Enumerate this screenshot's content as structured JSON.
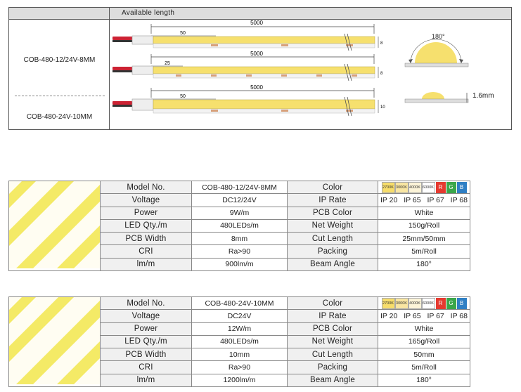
{
  "top": {
    "header_label": "Available length",
    "models": [
      "COB-480-12/24V-8MM",
      "COB-480-24V-10MM"
    ],
    "strips": [
      {
        "length": "5000",
        "cut": "50"
      },
      {
        "length": "5000",
        "cut": "25"
      },
      {
        "length": "5000",
        "cut": "50"
      }
    ],
    "widths": [
      "8",
      "8",
      "10"
    ],
    "beam_angle_label": "180°",
    "thickness_label": "1.6mm"
  },
  "spec_labels": {
    "model": "Model No.",
    "voltage": "Voltage",
    "power": "Power",
    "led_qty": "LED Qty./m",
    "pcb_width": "PCB Width",
    "cri": "CRI",
    "lm": "lm/m",
    "color": "Color",
    "ip_rate": "IP Rate",
    "pcb_color": "PCB Color",
    "net_weight": "Net Weight",
    "cut_length": "Cut Length",
    "packing": "Packing",
    "beam_angle": "Beam Angle"
  },
  "color_swatches": {
    "kelvins": [
      {
        "label": "2700K",
        "color": "#f7dd6a"
      },
      {
        "label": "3000K",
        "color": "#f9e6a2"
      },
      {
        "label": "4000K",
        "color": "#fcf4d8"
      },
      {
        "label": "6000K",
        "color": "#ffffff"
      }
    ],
    "rgb": [
      {
        "label": "R",
        "color": "#e53a30"
      },
      {
        "label": "G",
        "color": "#3aa64a"
      },
      {
        "label": "B",
        "color": "#2f7fc4"
      }
    ]
  },
  "ip_ratings": [
    "IP 20",
    "IP 65",
    "IP 67",
    "IP 68"
  ],
  "table1": {
    "model": "COB-480-12/24V-8MM",
    "voltage": "DC12/24V",
    "power": "9W/m",
    "led_qty": "480LEDs/m",
    "pcb_width": "8mm",
    "cri": "Ra>90",
    "lm": "900lm/m",
    "pcb_color": "White",
    "net_weight": "150g/Roll",
    "cut_length": "25mm/50mm",
    "packing": "5m/Roll",
    "beam_angle": "180°"
  },
  "table2": {
    "model": "COB-480-24V-10MM",
    "voltage": "DC24V",
    "power": "12W/m",
    "led_qty": "480LEDs/m",
    "pcb_width": "10mm",
    "cri": "Ra>90",
    "lm": "1200lm/m",
    "pcb_color": "White",
    "net_weight": "165g/Roll",
    "cut_length": "50mm",
    "packing": "5m/Roll",
    "beam_angle": "180°"
  }
}
